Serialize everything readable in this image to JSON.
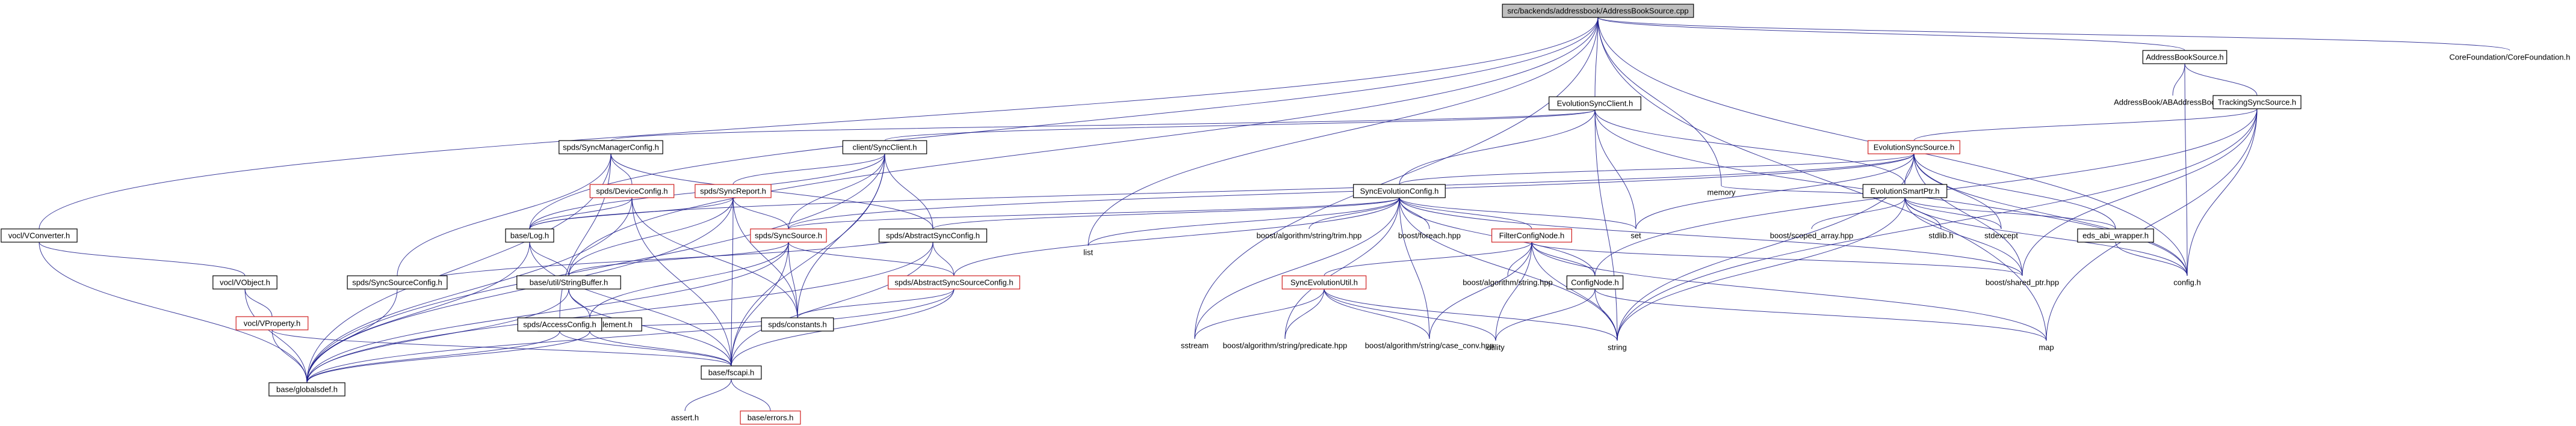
{
  "nodes": [
    {
      "id": "root",
      "label": "src/backends/addressbook/AddressBookSource.cpp",
      "style": "root"
    },
    {
      "id": "vcconv",
      "label": "vocl/VConverter.h",
      "style": "box"
    },
    {
      "id": "vobject",
      "label": "vocl/VObject.h",
      "style": "box"
    },
    {
      "id": "vprop",
      "label": "vocl/VProperty.h",
      "style": "red"
    },
    {
      "id": "gbl",
      "label": "base/globalsdef.h",
      "style": "box"
    },
    {
      "id": "ssconf",
      "label": "spds/SyncSourceConfig.h",
      "style": "box"
    },
    {
      "id": "smconf",
      "label": "spds/SyncManagerConfig.h",
      "style": "box"
    },
    {
      "id": "devconf",
      "label": "spds/DeviceConfig.h",
      "style": "red"
    },
    {
      "id": "sreport",
      "label": "spds/SyncReport.h",
      "style": "red"
    },
    {
      "id": "log",
      "label": "base/Log.h",
      "style": "box"
    },
    {
      "id": "strbuf",
      "label": "base/util/StringBuffer.h",
      "style": "box"
    },
    {
      "id": "arrel",
      "label": "base/util/ArrayElement.h",
      "style": "box"
    },
    {
      "id": "accconf",
      "label": "spds/AccessConfig.h",
      "style": "box"
    },
    {
      "id": "fscapi",
      "label": "base/fscapi.h",
      "style": "box"
    },
    {
      "id": "assert",
      "label": "assert.h",
      "style": "plain"
    },
    {
      "id": "errors",
      "label": "base/errors.h",
      "style": "red"
    },
    {
      "id": "client",
      "label": "client/SyncClient.h",
      "style": "box"
    },
    {
      "id": "syncsrc",
      "label": "spds/SyncSource.h",
      "style": "red"
    },
    {
      "id": "constants",
      "label": "spds/constants.h",
      "style": "box"
    },
    {
      "id": "abssc",
      "label": "spds/AbstractSyncConfig.h",
      "style": "box"
    },
    {
      "id": "absssc",
      "label": "spds/AbstractSyncSourceConfig.h",
      "style": "red"
    },
    {
      "id": "list",
      "label": "list",
      "style": "plain"
    },
    {
      "id": "sstream",
      "label": "sstream",
      "style": "plain"
    },
    {
      "id": "esclient",
      "label": "EvolutionSyncClient.h",
      "style": "box"
    },
    {
      "id": "seconf",
      "label": "SyncEvolutionConfig.h",
      "style": "box"
    },
    {
      "id": "trim",
      "label": "boost/algorithm/string/trim.hpp",
      "style": "plain"
    },
    {
      "id": "foreach",
      "label": "boost/foreach.hpp",
      "style": "plain"
    },
    {
      "id": "fcnode",
      "label": "FilterConfigNode.h",
      "style": "red"
    },
    {
      "id": "seutil",
      "label": "SyncEvolutionUtil.h",
      "style": "red"
    },
    {
      "id": "pred",
      "label": "boost/algorithm/string/predicate.hpp",
      "style": "plain"
    },
    {
      "id": "caseconv",
      "label": "boost/algorithm/string/case_conv.hpp",
      "style": "plain"
    },
    {
      "id": "algstr",
      "label": "boost/algorithm/string.hpp",
      "style": "plain"
    },
    {
      "id": "utility",
      "label": "utility",
      "style": "plain"
    },
    {
      "id": "cnode",
      "label": "ConfigNode.h",
      "style": "box"
    },
    {
      "id": "string",
      "label": "string",
      "style": "plain"
    },
    {
      "id": "map",
      "label": "map",
      "style": "plain"
    },
    {
      "id": "set",
      "label": "set",
      "style": "plain"
    },
    {
      "id": "memory",
      "label": "memory",
      "style": "plain"
    },
    {
      "id": "evsrc",
      "label": "EvolutionSyncSource.h",
      "style": "red"
    },
    {
      "id": "smartptr",
      "label": "EvolutionSmartPtr.h",
      "style": "box"
    },
    {
      "id": "scoped",
      "label": "boost/scoped_array.hpp",
      "style": "plain"
    },
    {
      "id": "stdlib",
      "label": "stdlib.h",
      "style": "plain"
    },
    {
      "id": "stdexcept",
      "label": "stdexcept",
      "style": "plain"
    },
    {
      "id": "eds",
      "label": "eds_abi_wrapper.h",
      "style": "box"
    },
    {
      "id": "shared",
      "label": "boost/shared_ptr.hpp",
      "style": "plain"
    },
    {
      "id": "config",
      "label": "config.h",
      "style": "plain"
    },
    {
      "id": "absrc",
      "label": "AddressBookSource.h",
      "style": "box"
    },
    {
      "id": "abab",
      "label": "AddressBook/ABAddressBookC.h",
      "style": "plain"
    },
    {
      "id": "tracking",
      "label": "TrackingSyncSource.h",
      "style": "box"
    },
    {
      "id": "cf",
      "label": "CoreFoundation/CoreFoundation.h",
      "style": "plain"
    }
  ],
  "edges": [
    [
      "root",
      "vcconv"
    ],
    [
      "root",
      "log"
    ],
    [
      "root",
      "strbuf"
    ],
    [
      "root",
      "list"
    ],
    [
      "root",
      "sstream"
    ],
    [
      "root",
      "esclient"
    ],
    [
      "root",
      "memory"
    ],
    [
      "root",
      "absrc"
    ],
    [
      "root",
      "cf"
    ],
    [
      "root",
      "config"
    ],
    [
      "root",
      "map"
    ],
    [
      "vcconv",
      "vobject"
    ],
    [
      "vcconv",
      "gbl"
    ],
    [
      "vobject",
      "vprop"
    ],
    [
      "vobject",
      "gbl"
    ],
    [
      "vprop",
      "gbl"
    ],
    [
      "vprop",
      "fscapi"
    ],
    [
      "esclient",
      "smconf"
    ],
    [
      "esclient",
      "client"
    ],
    [
      "esclient",
      "seconf"
    ],
    [
      "esclient",
      "set"
    ],
    [
      "esclient",
      "string"
    ],
    [
      "esclient",
      "smartptr"
    ],
    [
      "esclient",
      "config"
    ],
    [
      "smconf",
      "ssconf"
    ],
    [
      "smconf",
      "devconf"
    ],
    [
      "smconf",
      "accconf"
    ],
    [
      "smconf",
      "abssc"
    ],
    [
      "smconf",
      "gbl"
    ],
    [
      "ssconf",
      "abssc"
    ],
    [
      "ssconf",
      "gbl"
    ],
    [
      "devconf",
      "log"
    ],
    [
      "devconf",
      "gbl"
    ],
    [
      "devconf",
      "fscapi"
    ],
    [
      "devconf",
      "constants"
    ],
    [
      "client",
      "log"
    ],
    [
      "client",
      "sreport"
    ],
    [
      "client",
      "syncsrc"
    ],
    [
      "client",
      "abssc"
    ],
    [
      "client",
      "gbl"
    ],
    [
      "client",
      "fscapi"
    ],
    [
      "client",
      "constants"
    ],
    [
      "sreport",
      "log"
    ],
    [
      "sreport",
      "strbuf"
    ],
    [
      "sreport",
      "syncsrc"
    ],
    [
      "sreport",
      "fscapi"
    ],
    [
      "sreport",
      "constants"
    ],
    [
      "sreport",
      "gbl"
    ],
    [
      "log",
      "strbuf"
    ],
    [
      "log",
      "fscapi"
    ],
    [
      "log",
      "gbl"
    ],
    [
      "strbuf",
      "arrel"
    ],
    [
      "strbuf",
      "fscapi"
    ],
    [
      "strbuf",
      "gbl"
    ],
    [
      "arrel",
      "fscapi"
    ],
    [
      "arrel",
      "gbl"
    ],
    [
      "accconf",
      "fscapi"
    ],
    [
      "accconf",
      "constants"
    ],
    [
      "accconf",
      "gbl"
    ],
    [
      "fscapi",
      "assert"
    ],
    [
      "fscapi",
      "errors"
    ],
    [
      "syncsrc",
      "strbuf"
    ],
    [
      "syncsrc",
      "arrel"
    ],
    [
      "syncsrc",
      "constants"
    ],
    [
      "syncsrc",
      "absssc"
    ],
    [
      "syncsrc",
      "fscapi"
    ],
    [
      "syncsrc",
      "gbl"
    ],
    [
      "abssc",
      "absssc"
    ],
    [
      "abssc",
      "gbl"
    ],
    [
      "abssc",
      "fscapi"
    ],
    [
      "absssc",
      "constants"
    ],
    [
      "absssc",
      "fscapi"
    ],
    [
      "absssc",
      "gbl"
    ],
    [
      "seconf",
      "fcnode"
    ],
    [
      "seconf",
      "cnode"
    ],
    [
      "seconf",
      "syncsrc"
    ],
    [
      "seconf",
      "abssc"
    ],
    [
      "seconf",
      "absssc"
    ],
    [
      "seconf",
      "trim"
    ],
    [
      "seconf",
      "foreach"
    ],
    [
      "seconf",
      "list"
    ],
    [
      "seconf",
      "set"
    ],
    [
      "seconf",
      "string"
    ],
    [
      "seconf",
      "sstream"
    ],
    [
      "seconf",
      "shared"
    ],
    [
      "seconf",
      "pred"
    ],
    [
      "seconf",
      "caseconv"
    ],
    [
      "fcnode",
      "seutil"
    ],
    [
      "fcnode",
      "cnode"
    ],
    [
      "fcnode",
      "algstr"
    ],
    [
      "fcnode",
      "utility"
    ],
    [
      "fcnode",
      "string"
    ],
    [
      "fcnode",
      "map"
    ],
    [
      "fcnode",
      "shared"
    ],
    [
      "fcnode",
      "caseconv"
    ],
    [
      "seutil",
      "pred"
    ],
    [
      "seutil",
      "caseconv"
    ],
    [
      "seutil",
      "sstream"
    ],
    [
      "seutil",
      "string"
    ],
    [
      "seutil",
      "utility"
    ],
    [
      "cnode",
      "string"
    ],
    [
      "cnode",
      "map"
    ],
    [
      "cnode",
      "utility"
    ],
    [
      "absrc",
      "abab"
    ],
    [
      "absrc",
      "tracking"
    ],
    [
      "absrc",
      "config"
    ],
    [
      "tracking",
      "evsrc"
    ],
    [
      "tracking",
      "shared"
    ],
    [
      "tracking",
      "config"
    ],
    [
      "tracking",
      "cnode"
    ],
    [
      "tracking",
      "map"
    ],
    [
      "tracking",
      "string"
    ],
    [
      "evsrc",
      "seconf"
    ],
    [
      "evsrc",
      "smartptr"
    ],
    [
      "evsrc",
      "eds"
    ],
    [
      "evsrc",
      "syncsrc"
    ],
    [
      "evsrc",
      "log"
    ],
    [
      "evsrc",
      "string"
    ],
    [
      "evsrc",
      "set"
    ],
    [
      "evsrc",
      "stdexcept"
    ],
    [
      "evsrc",
      "shared"
    ],
    [
      "evsrc",
      "config"
    ],
    [
      "smartptr",
      "scoped"
    ],
    [
      "smartptr",
      "stdlib"
    ],
    [
      "smartptr",
      "stdexcept"
    ],
    [
      "smartptr",
      "memory"
    ],
    [
      "smartptr",
      "string"
    ],
    [
      "smartptr",
      "shared"
    ],
    [
      "smartptr",
      "eds"
    ],
    [
      "smartptr",
      "config"
    ],
    [
      "eds",
      "config"
    ]
  ]
}
